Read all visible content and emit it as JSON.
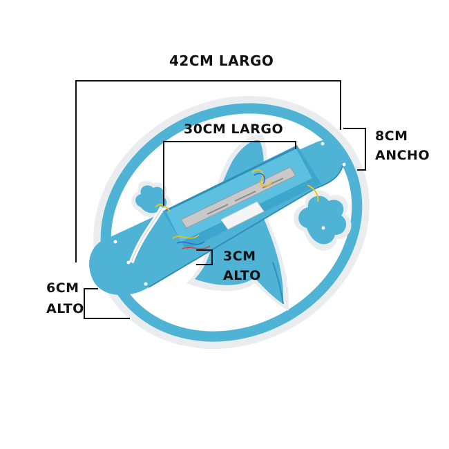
{
  "dimensions": {
    "total_length": "42CM LARGO",
    "inner_length": "30CM LARGO",
    "width": {
      "value": "8CM",
      "unit_word": "ANCHO"
    },
    "box_height": {
      "value": "3CM",
      "unit_word": "ALTO"
    },
    "plate_height": {
      "value": "6CM",
      "unit_word": "ALTO"
    }
  },
  "colors": {
    "lamp_blue": "#4fb3d6",
    "lamp_blue_dark": "#2f8fb5",
    "diffuser_white": "#e9edf0",
    "metal": "#c9c9c9",
    "line": "#111111"
  }
}
